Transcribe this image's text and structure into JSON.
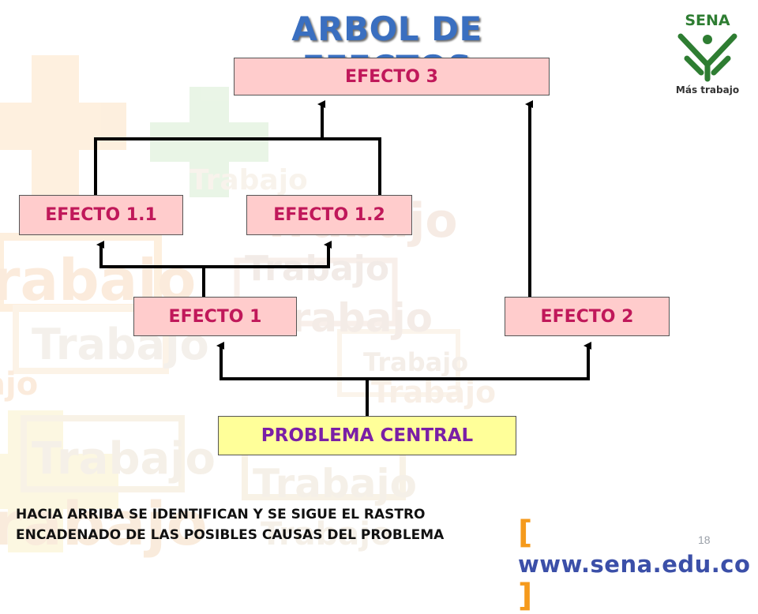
{
  "title": "ARBOL DE EFECTOS",
  "boxes": {
    "efecto_3": "EFECTO  3",
    "efecto_1_1": "EFECTO  1.1",
    "efecto_1_2": "EFECTO  1.2",
    "efecto_1": "EFECTO  1",
    "efecto_2": "EFECTO  2",
    "problema_central": "PROBLEMA CENTRAL"
  },
  "footnote": {
    "line1": "HACIA ARRIBA SE IDENTIFICAN Y SE SIGUE EL RASTRO",
    "line2": "ENCADENADO DE LAS POSIBLES CAUSAS DEL PROBLEMA"
  },
  "logo": {
    "name": "SENA",
    "tagline": "Más trabajo"
  },
  "url": {
    "open": "[",
    "text": "www.sena.edu.co",
    "close": "]"
  },
  "page_number": "18",
  "colors": {
    "title": "#3a6fc0",
    "box_pink": "#ffcccc",
    "box_yellow": "#ffff99",
    "box_text": "#c0185a",
    "central_text": "#7a1fa6",
    "logo_green": "#2e7d32",
    "watermark_orange": "#f7a23b",
    "watermark_green": "#7cc36b"
  },
  "watermark": {
    "word": "Trabajo"
  }
}
